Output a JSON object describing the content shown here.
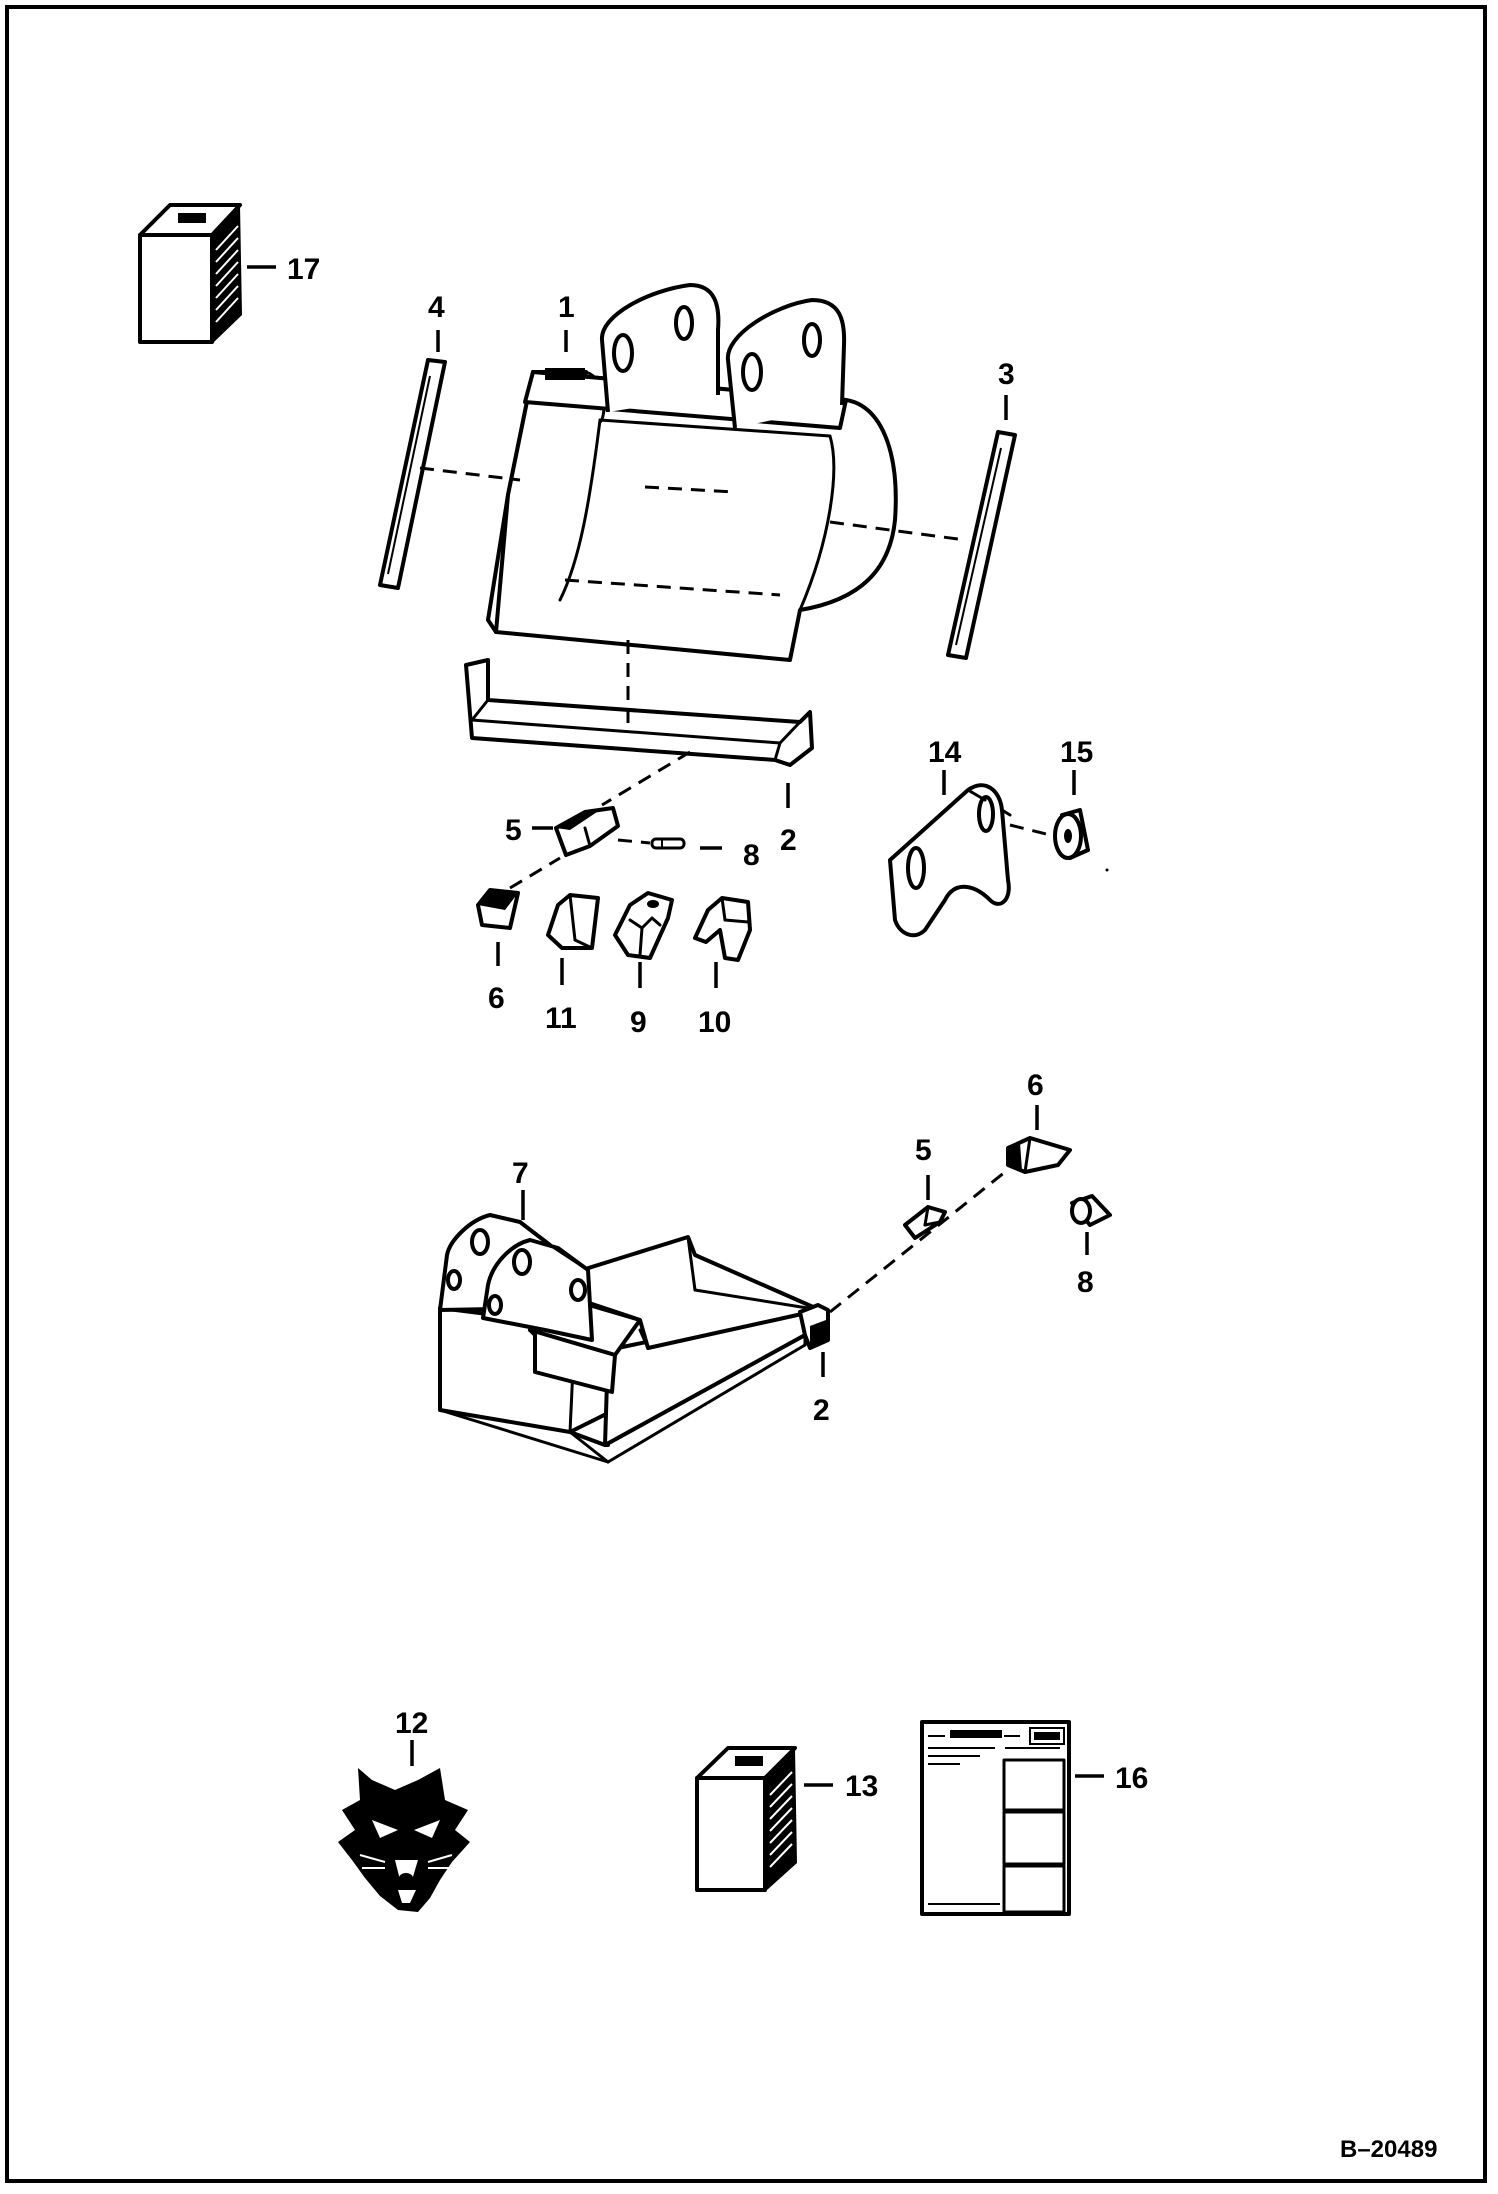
{
  "diagram": {
    "reference_code": "B–20489",
    "callouts": {
      "c1": "1",
      "c2a": "2",
      "c3": "3",
      "c4": "4",
      "c5a": "5",
      "c6a": "6",
      "c8a": "8",
      "c9": "9",
      "c10": "10",
      "c11": "11",
      "c14": "14",
      "c15": "15",
      "c17": "17",
      "c7": "7",
      "c5b": "5",
      "c6b": "6",
      "c8b": "8",
      "c2b": "2",
      "c12": "12",
      "c13": "13",
      "c16": "16"
    }
  }
}
